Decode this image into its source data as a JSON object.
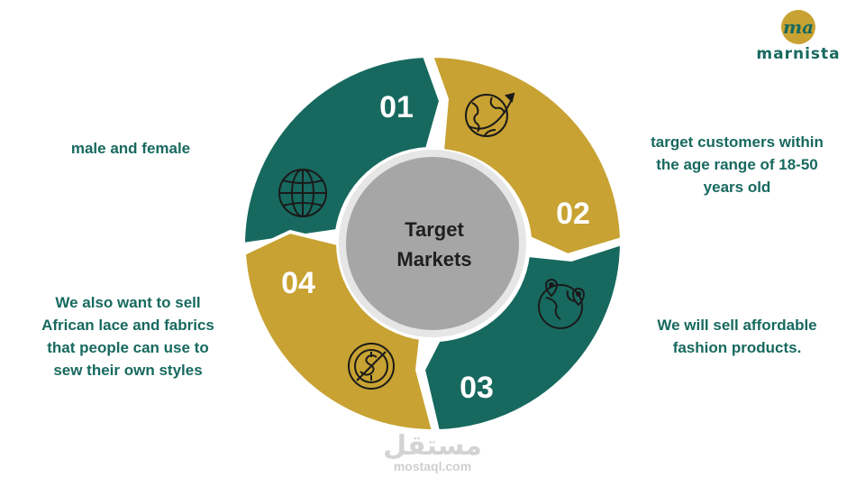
{
  "center": {
    "line1": "Target",
    "line2": "Markets"
  },
  "segments": [
    {
      "number": "01",
      "icon": "globe-icon",
      "text": "male and  female"
    },
    {
      "number": "02",
      "icon": "earth-travel-icon",
      "text": "target customers within\nthe age range of 18-50\nyears old"
    },
    {
      "number": "03",
      "icon": "world-locations-icon",
      "text": "We will sell affordable\nfashion products."
    },
    {
      "number": "04",
      "icon": "no-cost-icon",
      "text": "We also want to sell\nAfrican lace and fabrics\nthat people can use to\nsew their own styles"
    }
  ],
  "logo": {
    "mark": "ma",
    "word": "marnista"
  },
  "watermark": {
    "arabic": "مستقل",
    "word": "mostaql.com"
  },
  "colors": {
    "teal": "#17695f",
    "gold": "#c8a232",
    "center": "#a6a6a6"
  }
}
